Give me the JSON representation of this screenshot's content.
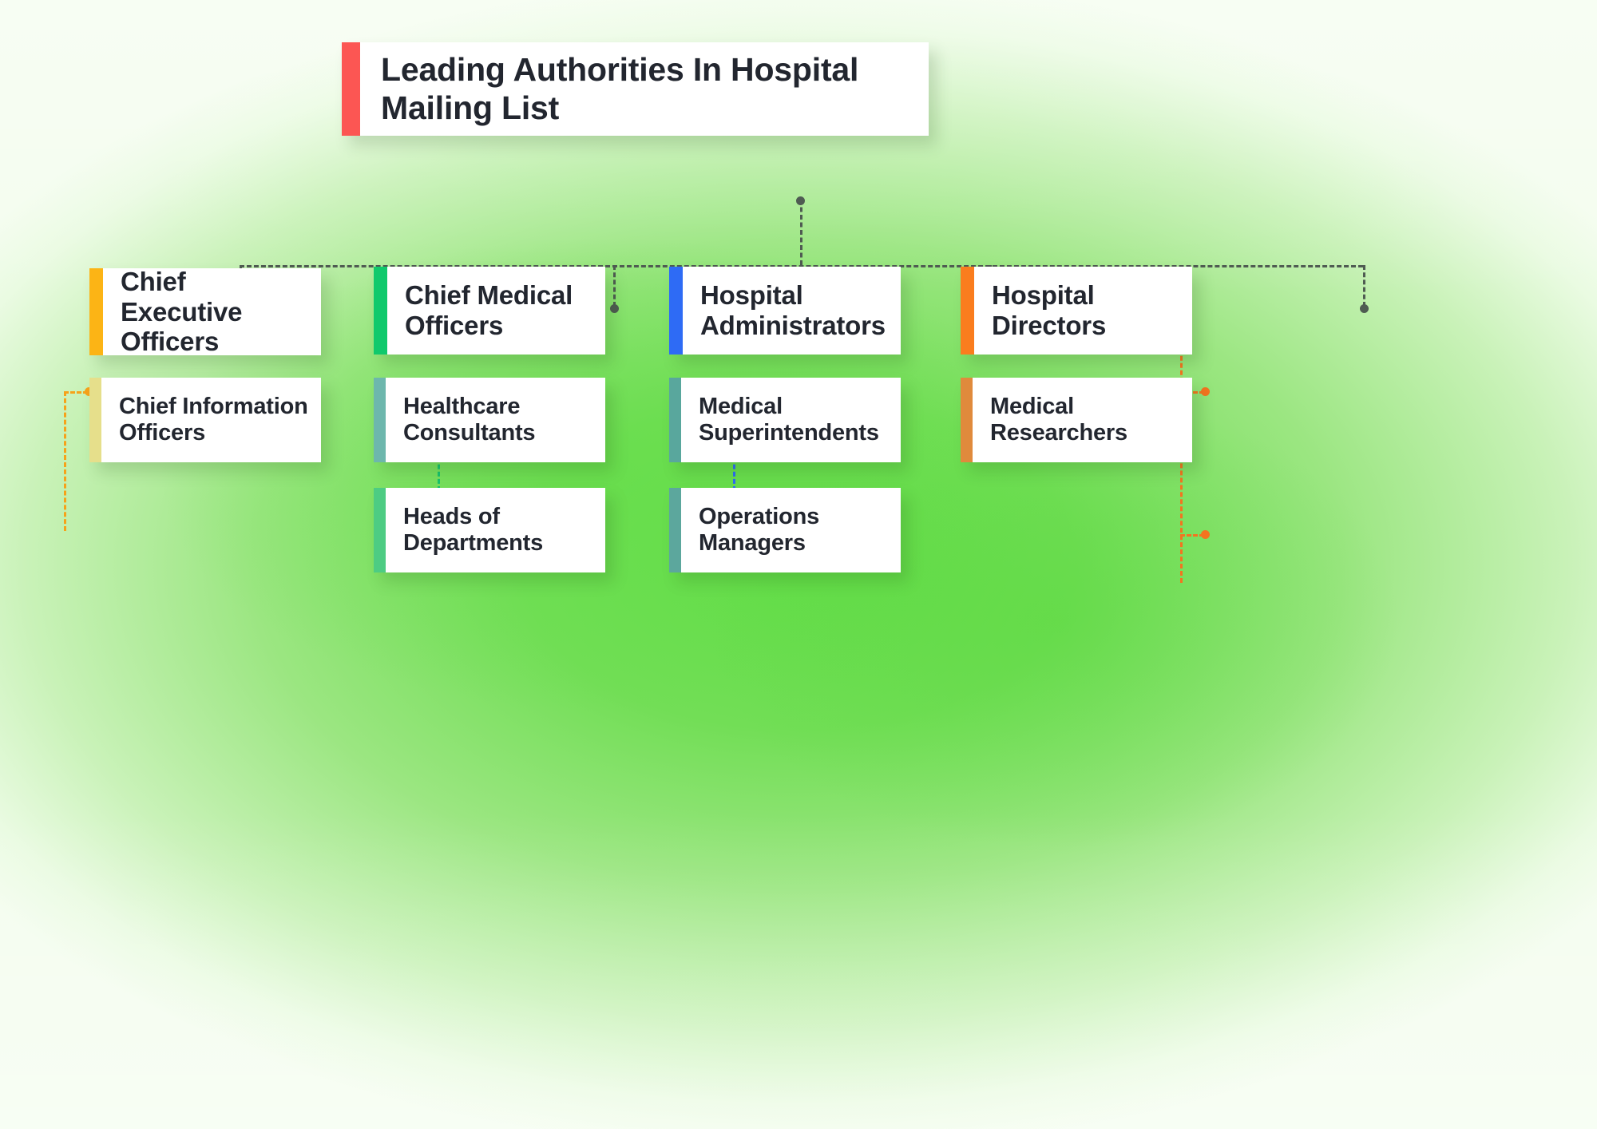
{
  "diagram": {
    "type": "org-chart",
    "title": "Leading Authorities In Hospital Mailing List",
    "background_color": "#72DE56",
    "title_accent_color": "#FC5653",
    "branches": [
      {
        "accent_color": "#FCB415",
        "connector_color": "#F6A21A",
        "nodes": [
          {
            "label": "Chief Executive Officers",
            "accent_color": "#FCB415"
          },
          {
            "label": "Chief Information Officers",
            "accent_color": "#E6DF8B"
          }
        ]
      },
      {
        "accent_color": "#10C96C",
        "connector_color": "#19C26D",
        "nodes": [
          {
            "label": "Chief Medical Officers",
            "accent_color": "#10C96C"
          },
          {
            "label": "Healthcare Consultants",
            "accent_color": "#6DB7AD"
          },
          {
            "label": "Heads of Departments",
            "accent_color": "#4DCC83"
          }
        ]
      },
      {
        "accent_color": "#2E6BF5",
        "connector_color": "#2E6BF5",
        "nodes": [
          {
            "label": "Hospital Administrators",
            "accent_color": "#2E6BF5"
          },
          {
            "label": "Medical Superintendents",
            "accent_color": "#59A79D"
          },
          {
            "label": "Operations Managers",
            "accent_color": "#5CA79D"
          }
        ]
      },
      {
        "accent_color": "#FA7D1E",
        "connector_color": "#F4741F",
        "nodes": [
          {
            "label": "Hospital Directors",
            "accent_color": "#FA7D1E"
          },
          {
            "label": "Medical Researchers",
            "accent_color": "#E08A3C"
          }
        ]
      }
    ]
  }
}
